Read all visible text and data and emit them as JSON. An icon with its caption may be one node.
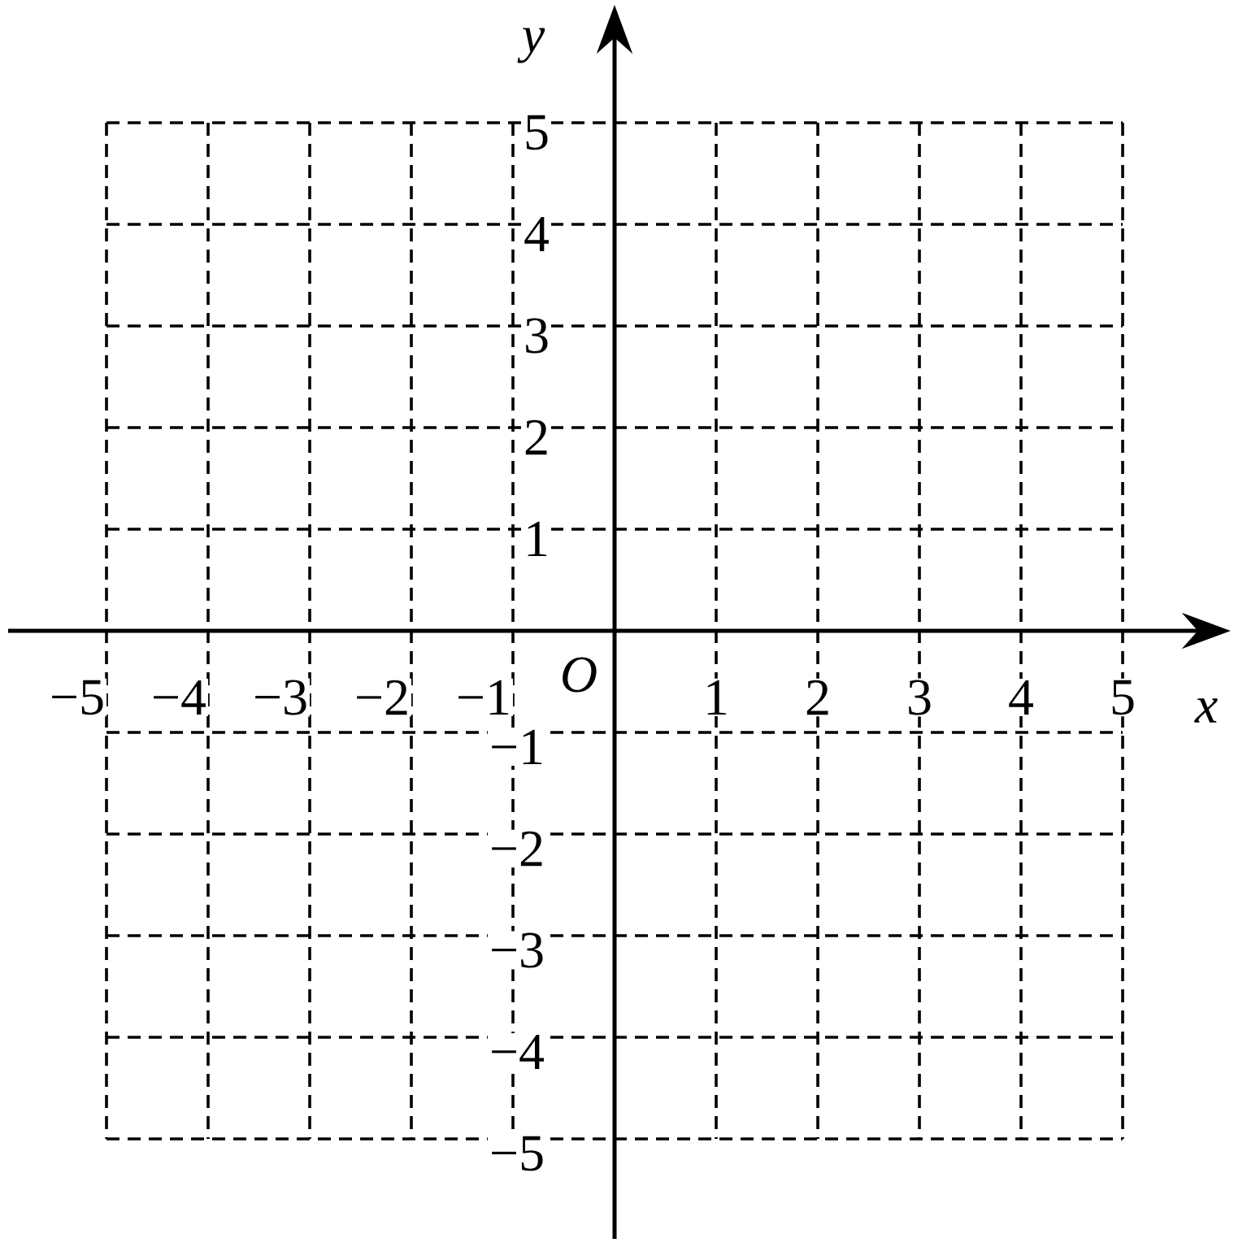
{
  "diagram": {
    "labels": [
      "y",
      "5",
      "4",
      "3",
      "2",
      "1",
      "−5",
      "−4",
      "−3",
      "−2",
      "−1",
      "O",
      "1",
      "2",
      "3",
      "4",
      "5",
      "x",
      "−1",
      "−2",
      "−3",
      "−4",
      "−5"
    ]
  }
}
